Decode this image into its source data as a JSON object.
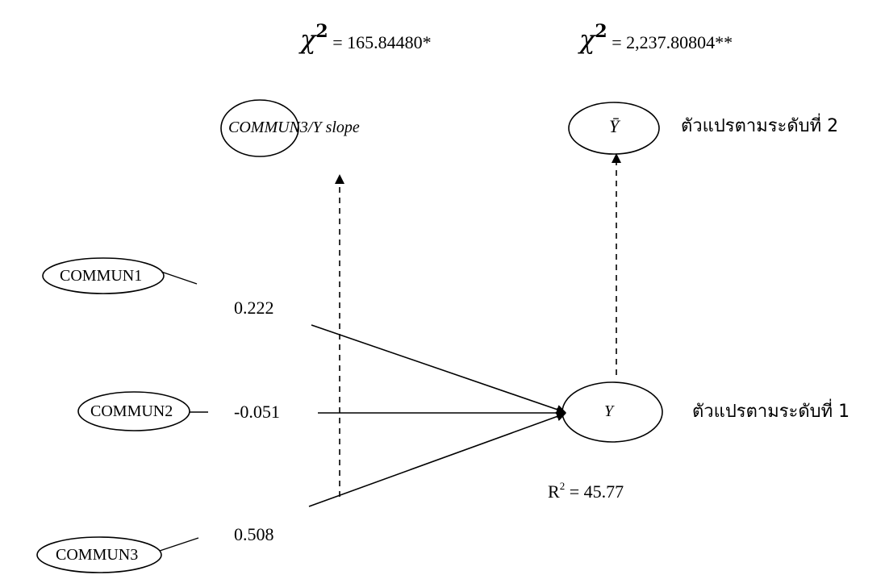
{
  "statistics": {
    "chi_slope": {
      "symbol": "χ",
      "exponent": "2",
      "value": "= 165.84480*"
    },
    "chi_mean": {
      "symbol": "χ",
      "exponent": "2",
      "value": "= 2,237.80804**"
    },
    "r_squared": {
      "base": "R",
      "exponent": "2",
      "value": "= 45.77"
    }
  },
  "nodes": {
    "slope": "COMMUN3/Y slope",
    "ybar": "Ȳ",
    "commun1": "COMMUN1",
    "commun2": "COMMUN2",
    "commun3": "COMMUN3",
    "y": "Y"
  },
  "level_labels": {
    "level2": "ตัวแปรตามระดับที่ 2",
    "level1": "ตัวแปรตามระดับที่ 1"
  },
  "coefficients": {
    "commun1": "0.222",
    "commun2": "-0.051",
    "commun3": "0.508"
  }
}
